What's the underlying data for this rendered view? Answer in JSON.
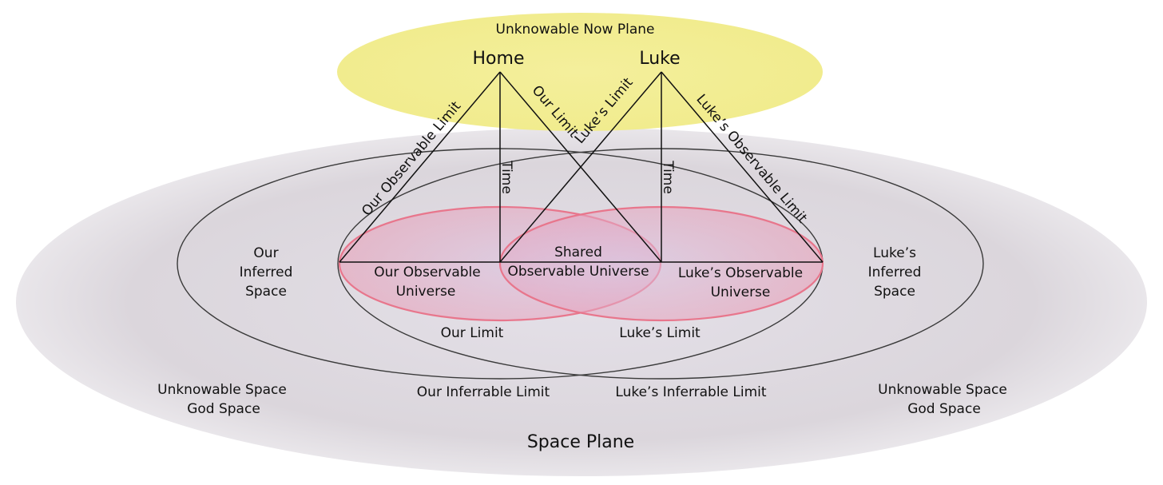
{
  "now_plane": {
    "label": "Unknowable Now Plane",
    "color": "#f3ee93"
  },
  "space_plane": {
    "label": "Space Plane",
    "color": "#dcd7dd"
  },
  "observers": {
    "home": {
      "label": "Home",
      "time_label": "Time",
      "observable_limit": "Our Observable Limit",
      "limit": "Our Limit"
    },
    "luke": {
      "label": "Luke",
      "time_label": "Time",
      "observable_limit": "Luke’s Observable Limit",
      "limit": "Luke’s Limit"
    }
  },
  "inferred_space": {
    "ours": [
      "Our",
      "Inferred",
      "Space"
    ],
    "lukes": [
      "Luke’s",
      "Inferred",
      "Space"
    ]
  },
  "observable_universe": {
    "ours": [
      "Our Observable",
      "Universe"
    ],
    "lukes": [
      "Luke’s Observable",
      "Universe"
    ],
    "shared": [
      "Shared",
      "Observable Universe"
    ],
    "color": "#e8859c"
  },
  "limits": {
    "our_limit": "Our Limit",
    "lukes_limit": "Luke’s Limit",
    "our_inferrable_limit": "Our Inferrable Limit",
    "lukes_inferrable_limit": "Luke’s Inferrable Limit"
  },
  "unknowable_space": {
    "left": [
      "Unknowable Space",
      "God Space"
    ],
    "right": [
      "Unknowable Space",
      "God Space"
    ]
  }
}
